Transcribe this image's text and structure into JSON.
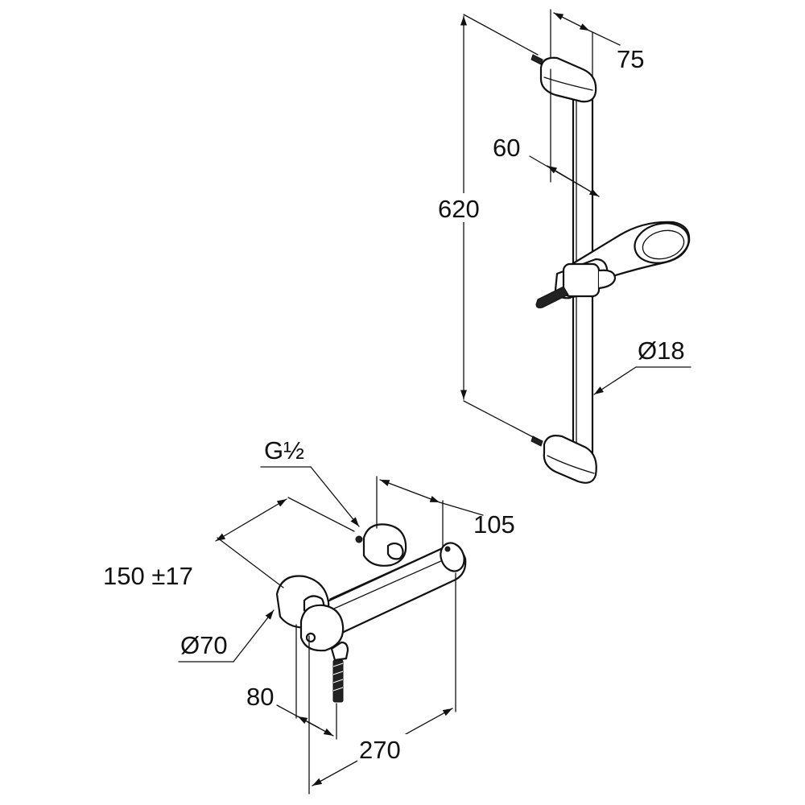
{
  "dimensions": {
    "rail_depth": "75",
    "rail_spacing": "60",
    "rail_height": "620",
    "rail_diameter": "Ø18",
    "thread": "G½",
    "valve_depth": "105",
    "centers": "150 ±17",
    "escutcheon_diameter": "Ø70",
    "outlet_offset": "80",
    "valve_width": "270"
  }
}
